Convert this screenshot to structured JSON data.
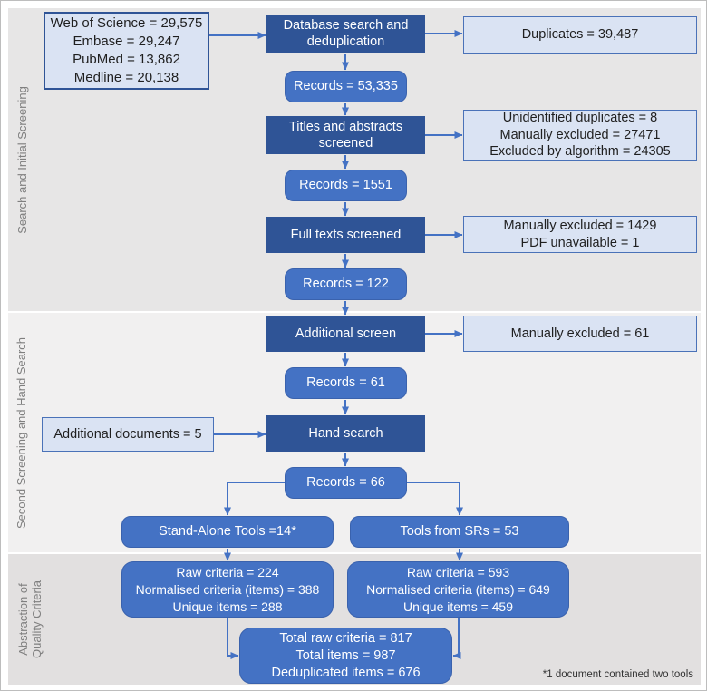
{
  "title": "Systematic review screening flow diagram",
  "colors": {
    "dark_blue": "#2f5496",
    "mid_blue": "#4472c4",
    "light_blue": "#dae3f3",
    "arrow_blue": "#4472c4",
    "band1_gray": "#e7e6e6",
    "band2_gray": "#f1f0f0",
    "band3_gray": "#e2e0e0",
    "section_label_gray": "#7f7f7f"
  },
  "sections": [
    {
      "label": "Search and Initial Screening"
    },
    {
      "label": "Second Screening and Hand Search"
    },
    {
      "label_line1": "Abstraction of",
      "label_line2": "Quality Criteria"
    }
  ],
  "nodes": {
    "sources": {
      "lines": [
        "Web of Science = 29,575",
        "Embase = 29,247",
        "PubMed = 13,862",
        "Medline = 20,138"
      ]
    },
    "db_search": {
      "label": "Database search and deduplication"
    },
    "duplicates": {
      "label": "Duplicates = 39,487"
    },
    "records_dedup": {
      "label": "Records = 53,335"
    },
    "titles_screened": {
      "label": "Titles and abstracts screened"
    },
    "title_exclusions": {
      "lines": [
        "Unidentified duplicates = 8",
        "Manually excluded = 27471",
        "Excluded by algorithm = 24305"
      ]
    },
    "records_titles": {
      "label": "Records = 1551"
    },
    "fulltext_screened": {
      "label": "Full texts screened"
    },
    "fulltext_exclusions": {
      "lines": [
        "Manually excluded = 1429",
        "PDF unavailable = 1"
      ]
    },
    "records_fulltext": {
      "label": "Records = 122"
    },
    "additional_screen": {
      "label": "Additional screen"
    },
    "additional_excluded": {
      "label": "Manually excluded = 61"
    },
    "records_additional": {
      "label": "Records = 61"
    },
    "additional_documents": {
      "label": "Additional documents = 5"
    },
    "hand_search": {
      "label": "Hand search"
    },
    "records_hand": {
      "label": "Records = 66"
    },
    "standalone_tools": {
      "label": "Stand-Alone Tools =14*"
    },
    "tools_from_srs": {
      "label": "Tools from SRs = 53"
    },
    "criteria_standalone": {
      "lines": [
        "Raw criteria = 224",
        "Normalised criteria (items) = 388",
        "Unique items = 288"
      ]
    },
    "criteria_srs": {
      "lines": [
        "Raw criteria = 593",
        "Normalised criteria (items) = 649",
        "Unique items = 459"
      ]
    },
    "totals": {
      "lines": [
        "Total raw criteria = 817",
        "Total items = 987",
        "Deduplicated items = 676"
      ]
    }
  },
  "footnote": "*1 document contained two tools"
}
